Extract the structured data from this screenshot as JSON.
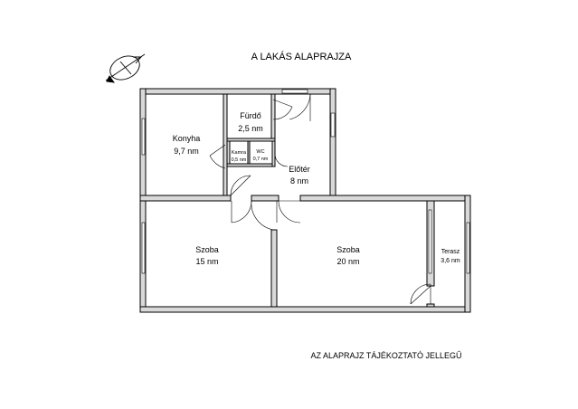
{
  "title": "A LAKÁS ALAPRAJZA",
  "disclaimer": "AZ ALAPRAJZ TÁJÉKOZTATÓ JELLEGŰ",
  "rooms": [
    {
      "name": "Konyha",
      "area": "9,7 nm"
    },
    {
      "name": "Fürdő",
      "area": "2,5 nm"
    },
    {
      "name": "Kamra",
      "area": "0,5 nm"
    },
    {
      "name": "WC",
      "area": "0,7 nm"
    },
    {
      "name": "Előtér",
      "area": "8 nm"
    },
    {
      "name": "Szoba",
      "area": "15 nm"
    },
    {
      "name": "Szoba",
      "area": "20 nm"
    },
    {
      "name": "Terasz",
      "area": "3,6 nm"
    }
  ]
}
